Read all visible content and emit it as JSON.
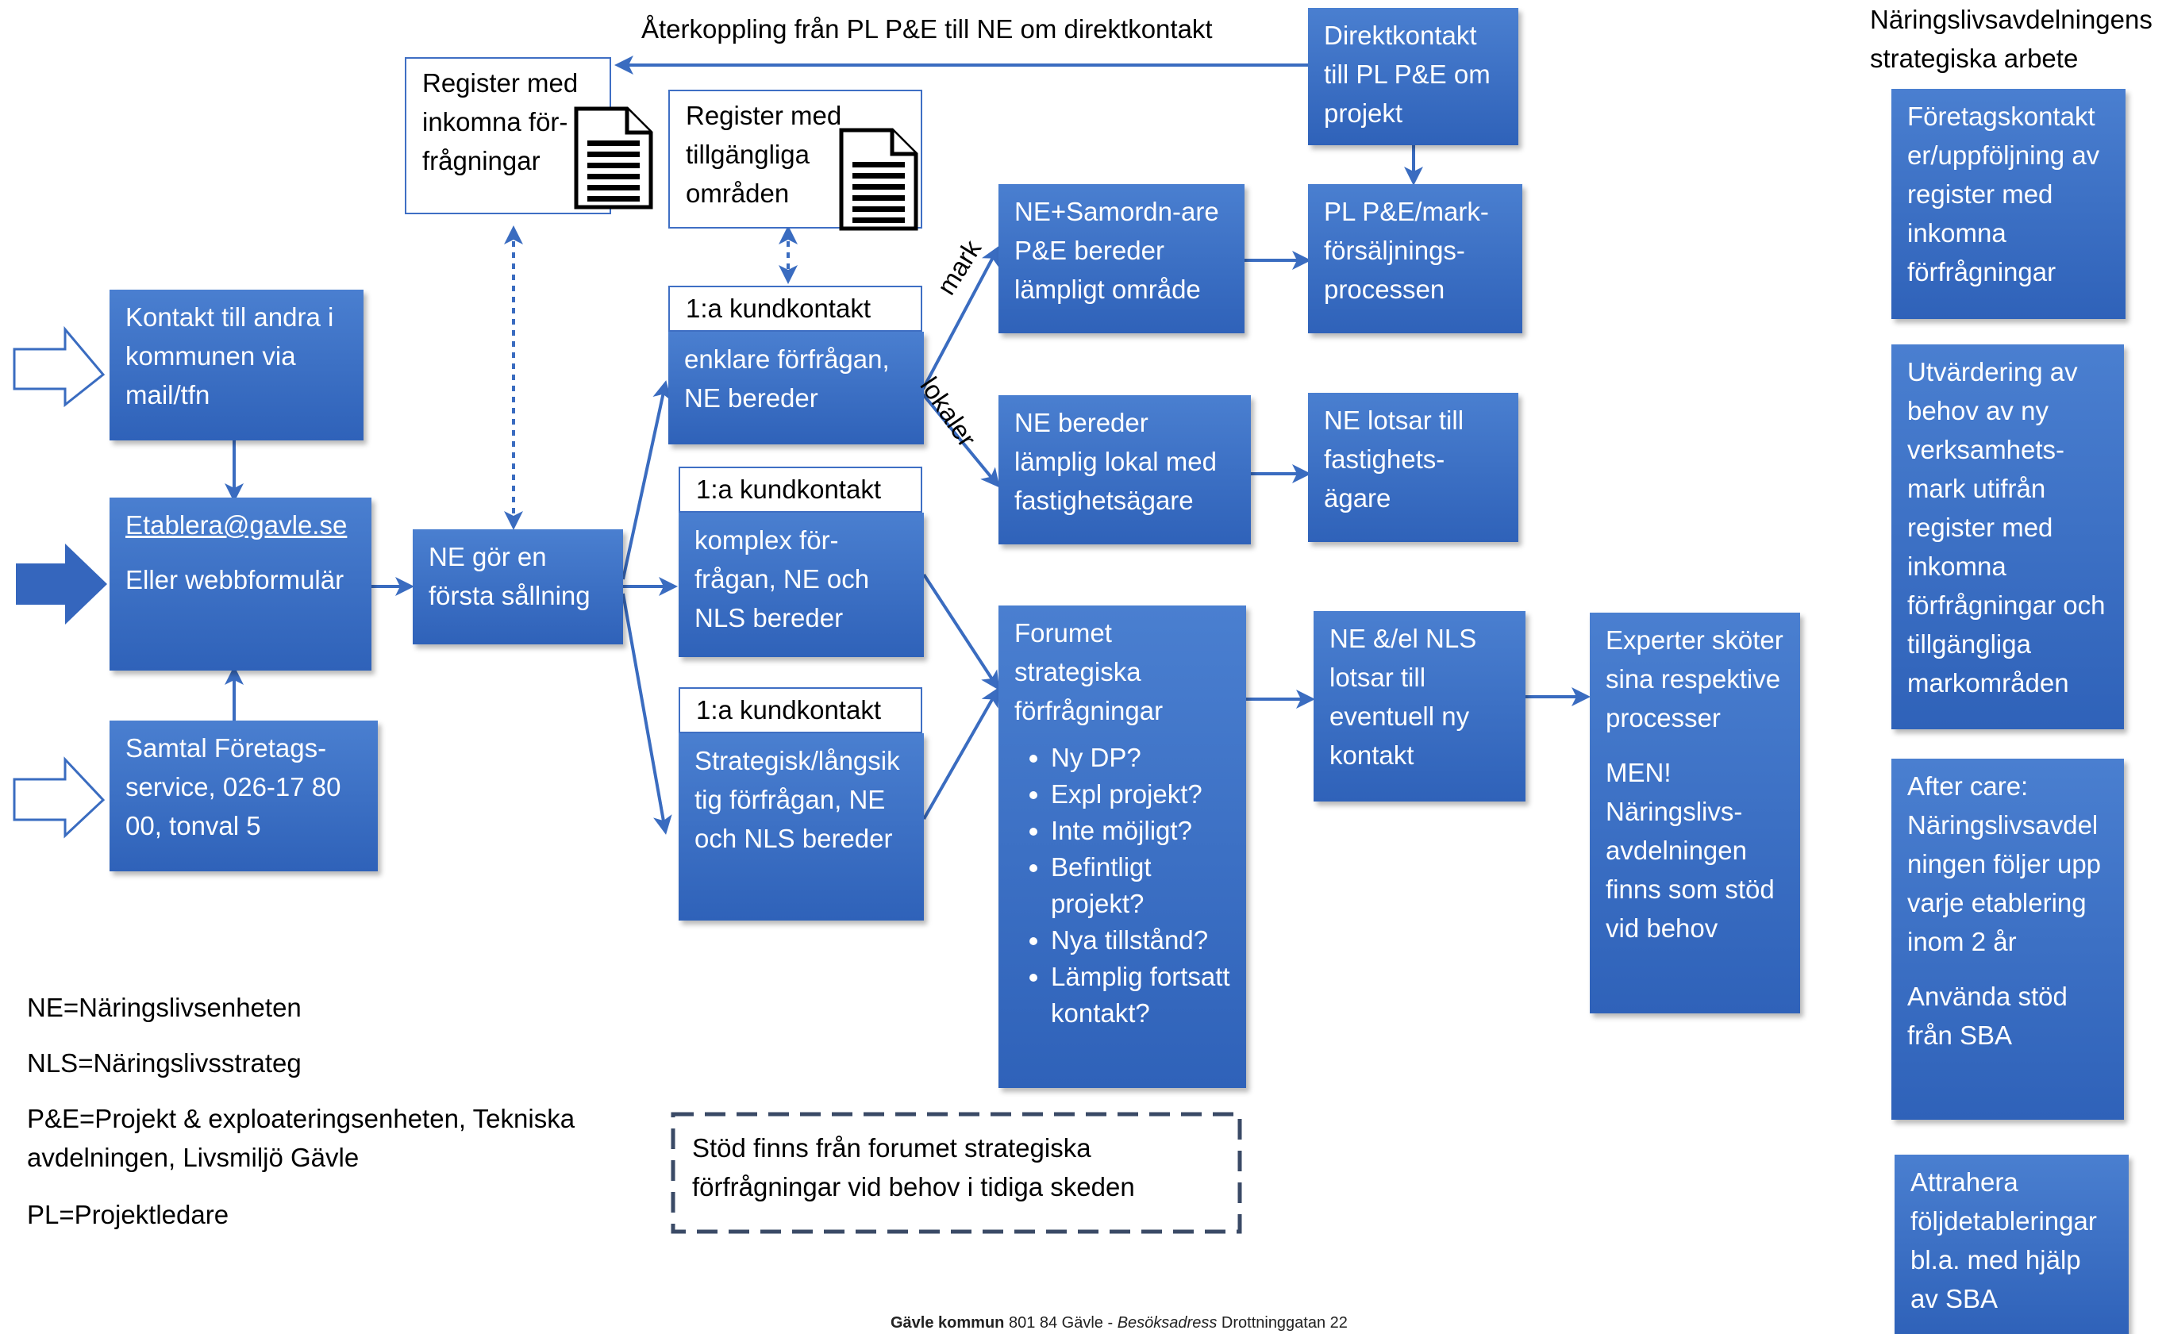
{
  "feedback_label": "Återkoppling från PL P&E till NE om direktkontakt",
  "side_title": "Näringslivsavdelningens strategiska arbete",
  "boxes": {
    "direktkontakt": "Direktkontakt till PL P&E om projekt",
    "register_inkomna": "Register med inkomna för-frågningar",
    "register_omraden": "Register med tillgängliga områden",
    "kontakt_andra": "Kontakt till andra i kommunen via mail/tfn",
    "etablera_link": "Etablera@gavle.se",
    "etablera_rest": "Eller webbformulär",
    "samtal": "Samtal Företags-service, 026-17 80 00, tonval 5",
    "ne_sallning": "NE gör en första sållning",
    "kundkontakt_1": "1:a kundkontakt",
    "enklare": "enklare förfrågan, NE bereder",
    "kundkontakt_2": "1:a kundkontakt",
    "komplex": "komplex för-frågan, NE och NLS bereder",
    "kundkontakt_3": "1:a kundkontakt",
    "strategisk": "Strategisk/långsik tig förfrågan, NE och NLS bereder",
    "ne_samordnare": "NE+Samordn-are P&E bereder lämpligt område",
    "pl_pe": "PL P&E/mark-försäljnings-processen",
    "ne_bereder_lokal": "NE bereder lämplig lokal med fastighetsägare",
    "ne_lotsar": "NE lotsar till fastighets-ägare",
    "forumet_title": "Forumet strategiska förfrågningar",
    "forumet_items": [
      "Ny DP?",
      "Expl projekt?",
      "Inte möjligt?",
      "Befintligt projekt?",
      "Nya tillstånd?",
      "Lämplig fortsatt kontakt?"
    ],
    "ne_nls_lotsar": "NE &/el NLS lotsar till eventuell ny kontakt",
    "experter": "Experter sköter sina respektive processer",
    "experter_men": "MEN! Näringslivs-avdelningen finns som stöd vid behov",
    "side_1": "Företagskontakt er/uppföljning av register med inkomna förfrågningar",
    "side_2": "Utvärdering av behov av ny verksamhets-mark utifrån register med inkomna förfrågningar och tillgängliga markområden",
    "side_3a": "After care: Näringslivsavdel ningen följer upp varje etablering inom 2 år",
    "side_3b": "Använda stöd från SBA",
    "side_4": "Attrahera följdetableringar bl.a. med hjälp av SBA"
  },
  "arrow_labels": {
    "mark": "mark",
    "lokaler": "lokaler"
  },
  "dashed_note": "Stöd finns från forumet strategiska förfrågningar vid behov i tidiga skeden",
  "legend": [
    "NE=Näringslivsenheten",
    "NLS=Näringslivsstrateg",
    "P&E=Projekt & exploateringsenheten, Tekniska avdelningen, Livsmiljö Gävle",
    "PL=Projektledare"
  ],
  "footer": {
    "org": "Gävle kommun",
    "postal": "801 84 Gävle  -",
    "visit_label": "Besöksadress",
    "visit_value": "Drottninggatan 22"
  },
  "colors": {
    "box_top": "#4a7fd0",
    "box_bottom": "#2f62b9",
    "arrow": "#3a6cc0"
  },
  "icons": [
    "document-icon",
    "right-arrow-outline-icon",
    "right-arrow-filled-icon"
  ]
}
